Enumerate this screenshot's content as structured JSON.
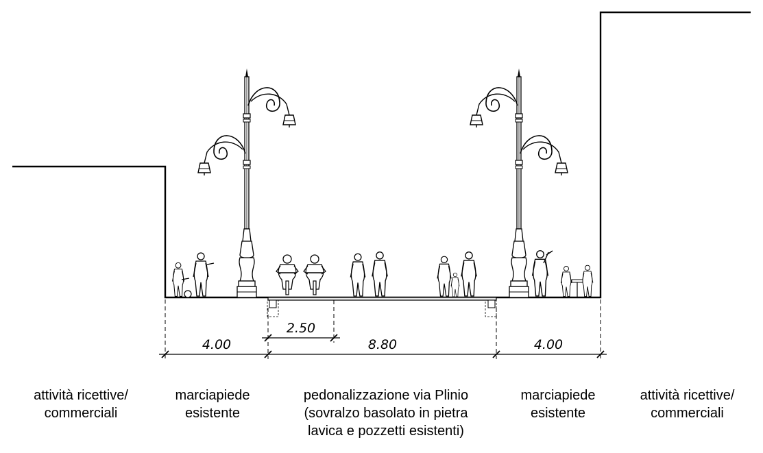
{
  "dimensions": {
    "left_sidewalk": "4.00",
    "strip": "2.50",
    "road": "8.80",
    "right_sidewalk": "4.00"
  },
  "labels": {
    "left_buildings": [
      "attività ricettive/",
      "commerciali"
    ],
    "left_sidewalk": [
      "marciapiede",
      "esistente"
    ],
    "road": [
      "pedonalizzazione via Plinio",
      "(sovralzo basolato in pietra",
      "lavica e pozzetti esistenti)"
    ],
    "right_sidewalk": [
      "marciapiede",
      "esistente"
    ],
    "right_buildings": [
      "attività ricettive/",
      "commerciali"
    ]
  },
  "icons": [
    "street-lamp-icon",
    "pedestrian-icon",
    "cyclist-icon"
  ]
}
